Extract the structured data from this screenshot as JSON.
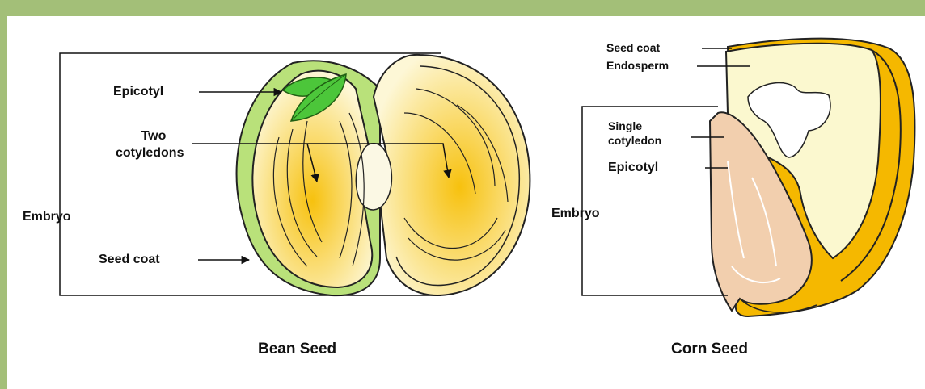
{
  "colors": {
    "frame": "#a3bf78",
    "background": "#ffffff",
    "cotyledon": "#f7c10e",
    "seed_coat_bean": "#b9e17a",
    "leaf": "#4cc63a",
    "endosperm": "#fbf8cf",
    "corn_coat": "#f5b800",
    "corn_embryo": "#f2cfae"
  },
  "bean": {
    "caption": "Bean Seed",
    "labels": {
      "epicotyl": "Epicotyl",
      "cotyledons_line1": "Two",
      "cotyledons_line2": "cotyledons",
      "embryo": "Embryo",
      "seed_coat": "Seed coat"
    }
  },
  "corn": {
    "caption": "Corn Seed",
    "labels": {
      "seed_coat": "Seed coat",
      "endosperm": "Endosperm",
      "cotyledon_line1": "Single",
      "cotyledon_line2": "cotyledon",
      "epicotyl": "Epicotyl",
      "embryo": "Embryo"
    }
  }
}
